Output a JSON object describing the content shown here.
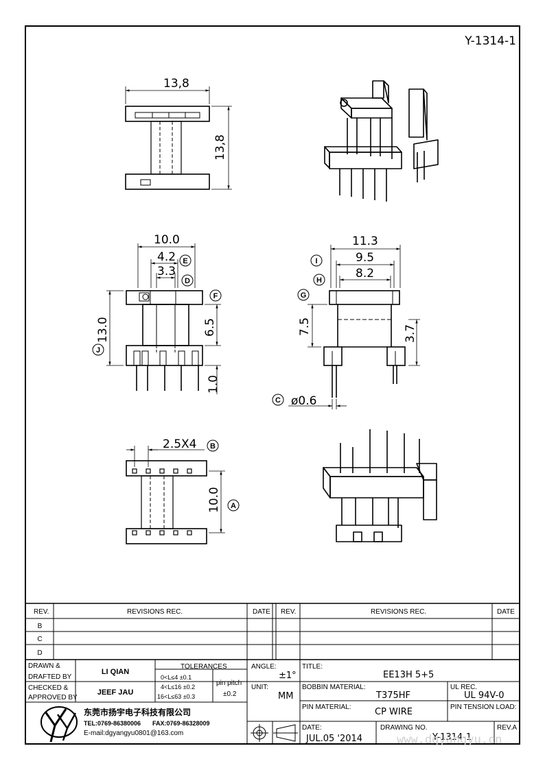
{
  "drawing_id": "Y-1314-1",
  "dimensions": {
    "top_width": "13,8",
    "top_height": "13,8",
    "front_width": "10.0",
    "front_inner": "4.2",
    "front_slot": "3.3",
    "front_height": "13.0",
    "front_window": "6.5",
    "pin_stub": "1.0",
    "side_width": "11.3",
    "side_inner": "9.5",
    "side_slot": "8.2",
    "side_height": "7.5",
    "side_lower": "3.7",
    "pin_diameter": "ø0.6",
    "pin_pitch": "2.5X4",
    "row_spacing": "10.0"
  },
  "balloons": {
    "a": "A",
    "b": "B",
    "c": "C",
    "d": "D",
    "e": "E",
    "f": "F",
    "g": "G",
    "h": "H",
    "i": "I",
    "j": "J"
  },
  "revisions": {
    "rev_header": "REV.",
    "rec_header": "REVISIONS   REC.",
    "date_header": "DATE",
    "rows": [
      "B",
      "C",
      "D"
    ]
  },
  "title_block": {
    "drawn_label": "DRAWN &",
    "drafted_label": "DRAFTED BY",
    "drawn_by": "LI QIAN",
    "checked_label": "CHECKED &",
    "approved_label": "APPROVED BY",
    "checked_by": "JEEF JAU",
    "tolerances_label": "TOLERANCES",
    "tol_1": "0<L≤4   ±0.1",
    "tol_2": "4<L≤16  ±0.2",
    "tol_3": "16<L≤63  ±0.3",
    "pin_pitch_label": "pin pitch",
    "pin_pitch_tol": "±0.2",
    "angle_label": "ANGLE:",
    "angle_value": "±1°",
    "unit_label": "UNIT:",
    "unit_value": "MM",
    "title_label": "TITLE:",
    "title_value": "EE13H  5+5",
    "bobbin_material_label": "BOBBIN MATERIAL:",
    "bobbin_material_value": "T375HF",
    "ul_rec_label": "UL REC.",
    "ul_rec_value": "UL 94V-0",
    "pin_material_label": "PIN MATERIAL:",
    "pin_material_value": "CP WIRE",
    "pin_tension_label": "PIN TENSION LOAD:",
    "date_label": "DATE:",
    "date_value": "JUL.05 '2014",
    "drawing_no_label": "DRAWING NO.",
    "drawing_no_value": "Y-1314-1",
    "rev_label": "REV.A",
    "company_name": "东莞市扬宇电子科技有限公司",
    "tel": "TEL:0769-86380006",
    "fax": "FAX:0769-86328009",
    "email": "E-mail:dgyangyu0801@163.com",
    "logo_text": "YY"
  },
  "watermark": "www.dgyangyu.cn"
}
